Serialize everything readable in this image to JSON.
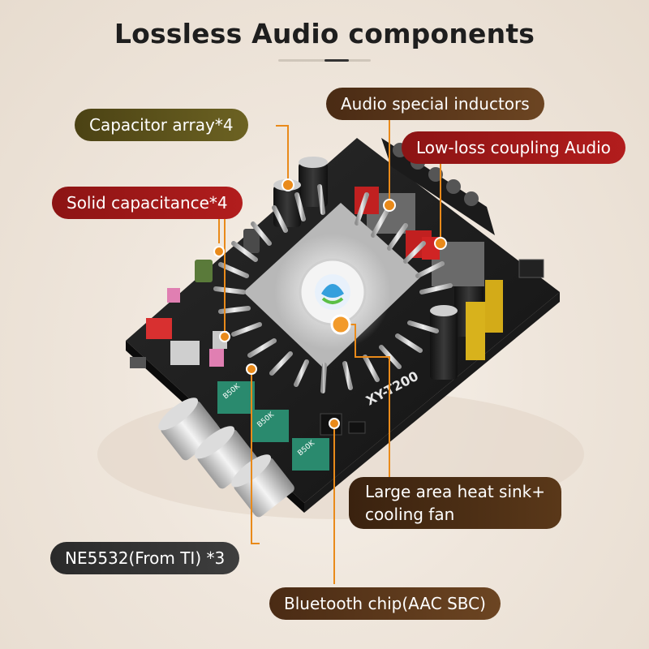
{
  "title": "Lossless Audio components",
  "labels": {
    "capacitor_array": "Capacitor array*4",
    "audio_inductors": "Audio special inductors",
    "coupling": "Low-loss coupling Audio",
    "solid_capacitance": "Solid capacitance*4",
    "heat_sink_line1": "Large area heat sink+",
    "heat_sink_line2": "cooling fan",
    "ne5532": "NE5532(From TI) *3",
    "bluetooth": "Bluetooth chip(AAC SBC)"
  },
  "board": {
    "model": "XY-T200",
    "knob_marks": [
      "B50K",
      "B50K",
      "B50K"
    ]
  },
  "colors": {
    "accent_orange": "#e98a1a",
    "pill_red": "#b21d1d",
    "pill_brown": "#5a3819",
    "pill_olive": "#5c5220"
  }
}
